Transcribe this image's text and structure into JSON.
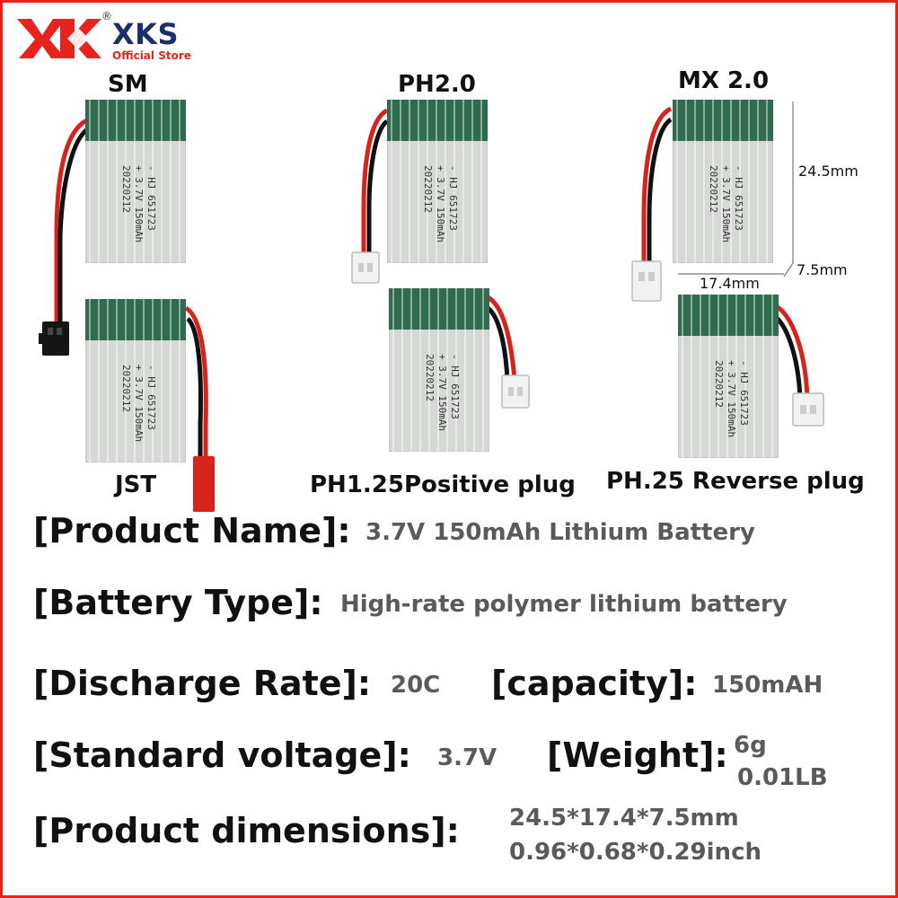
{
  "brand": {
    "name": "XKS",
    "subtitle": "Official Store",
    "registered": "®"
  },
  "connectors": {
    "sm": "SM",
    "ph20": "PH2.0",
    "mx20": "MX 2.0",
    "jst": "JST",
    "ph125_positive": "PH1.25Positive plug",
    "ph125_reverse": "PH.25 Reverse plug"
  },
  "battery_label": {
    "line1": "- HJ 651723",
    "line2": "+ 3.7V 150mAh",
    "line3": "20220212"
  },
  "dimensions": {
    "height": "24.5mm",
    "thickness": "7.5mm",
    "width": "17.4mm"
  },
  "specs": {
    "product_name": {
      "key": "[Product Name]:",
      "value": "3.7V 150mAh Lithium Battery"
    },
    "battery_type": {
      "key": "[Battery Type]:",
      "value": "High-rate polymer lithium battery"
    },
    "discharge_rate": {
      "key": "[Discharge Rate]:",
      "value": "20C"
    },
    "capacity": {
      "key": "[capacity]:",
      "value": "150mAH"
    },
    "standard_voltage": {
      "key": "[Standard voltage]:",
      "value": "3.7V"
    },
    "weight": {
      "key": "[Weight]:",
      "value_g": "6g",
      "value_lb": "0.01LB"
    },
    "dimensions": {
      "key": "[Product dimensions]:",
      "value_mm": "24.5*17.4*7.5mm",
      "value_inch": "0.96*0.68*0.29inch"
    }
  },
  "colors": {
    "border": "#e8231e",
    "brand": "#1a2f6b",
    "battery_green": "#2f6b4f",
    "battery_silver": "#d6d8d6",
    "wire_red": "#d8231c",
    "wire_black": "#111111"
  }
}
